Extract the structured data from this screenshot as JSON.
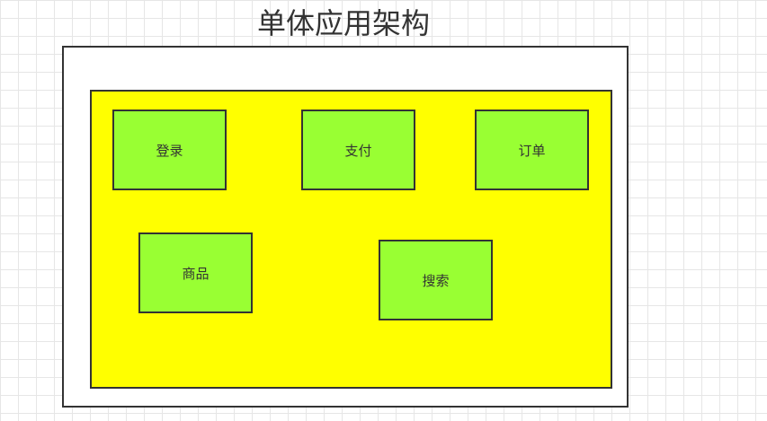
{
  "diagram": {
    "title": "单体应用架构",
    "modules": {
      "login": "登录",
      "payment": "支付",
      "order": "订单",
      "goods": "商品",
      "search": "搜索"
    },
    "colors": {
      "outer_fill": "#ffffff",
      "inner_fill": "#ffff00",
      "module_fill": "#99ff33",
      "border": "#333333",
      "grid": "#e6e6e6"
    }
  }
}
